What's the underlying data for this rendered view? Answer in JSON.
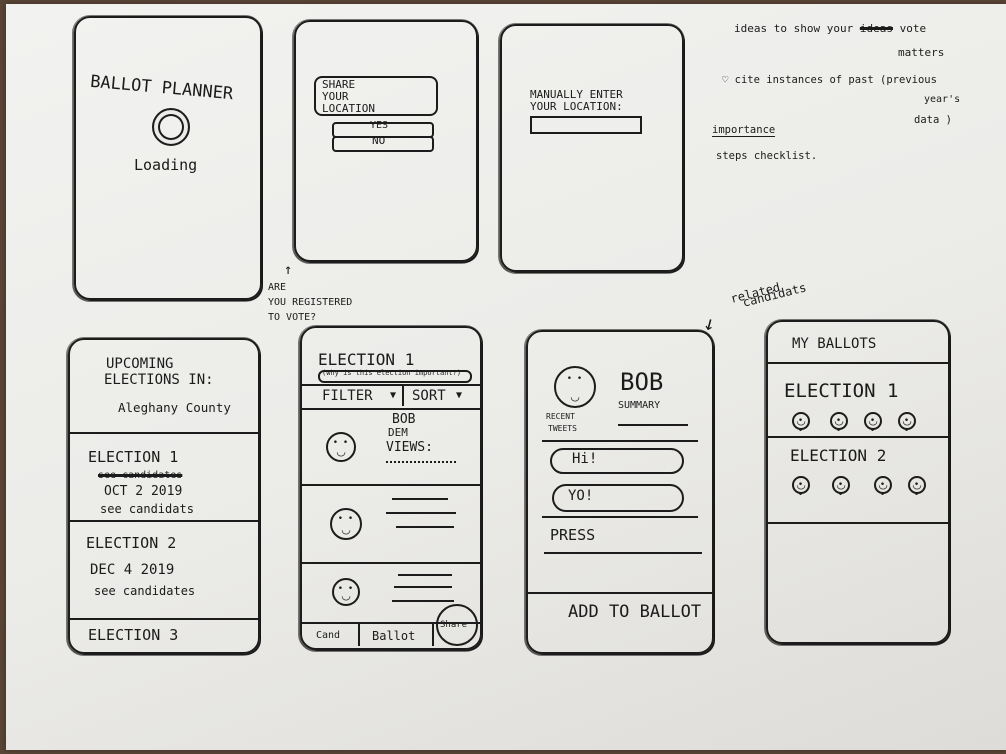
{
  "notes": {
    "title_line1": "ideas to show your",
    "title_strike": "ideas",
    "title_tail": "vote",
    "title_line2": "matters",
    "bullet1": "♡ cite instances of past (previous",
    "bullet1b": "year's",
    "bullet1c": "data )",
    "bullet2": "importance",
    "bullet3": "steps checklist.",
    "related": "related",
    "related2": "candidats",
    "registered1": "ARE",
    "registered2": "YOU REGISTERED",
    "registered3": "TO VOTE?"
  },
  "screen1": {
    "title": "BALLOT PLANNER",
    "status": "Loading"
  },
  "screen2": {
    "prompt1": "SHARE",
    "prompt2": "YOUR",
    "prompt3": "LOCATION",
    "yes": "YES",
    "no": "NO"
  },
  "screen3": {
    "label1": "MANUALLY ENTER",
    "label2": "YOUR LOCATION:"
  },
  "screen4": {
    "header1": "UPCOMING",
    "header2": "ELECTIONS IN:",
    "county": "Aleghany County",
    "e1": "ELECTION 1",
    "e1_strike": "see candidates",
    "e1_date": "OCT 2 2019",
    "e1_link": "see candidats",
    "e2": "ELECTION 2",
    "e2_date": "DEC 4 2019",
    "e2_link": "see candidates",
    "e3": "ELECTION 3"
  },
  "screen5": {
    "title": "ELECTION 1",
    "subtitle": "(why is this election important?)",
    "filter": "FILTER",
    "sort": "SORT",
    "cand_name": "BOB",
    "cand_party": "DEM",
    "cand_views": "VIEWS:",
    "tab1": "Cand",
    "tab2": "Ballot",
    "tab3": "Share"
  },
  "screen6": {
    "name": "BOB",
    "summary": "SUMMARY",
    "tweets1": "RECENT",
    "tweets2": "TWEETS",
    "tweet1": "Hi!",
    "tweet2": "YO!",
    "press": "PRESS",
    "add": "ADD TO BALLOT"
  },
  "screen7": {
    "header": "MY BALLOTS",
    "e1": "ELECTION 1",
    "e2": "ELECTION 2"
  }
}
